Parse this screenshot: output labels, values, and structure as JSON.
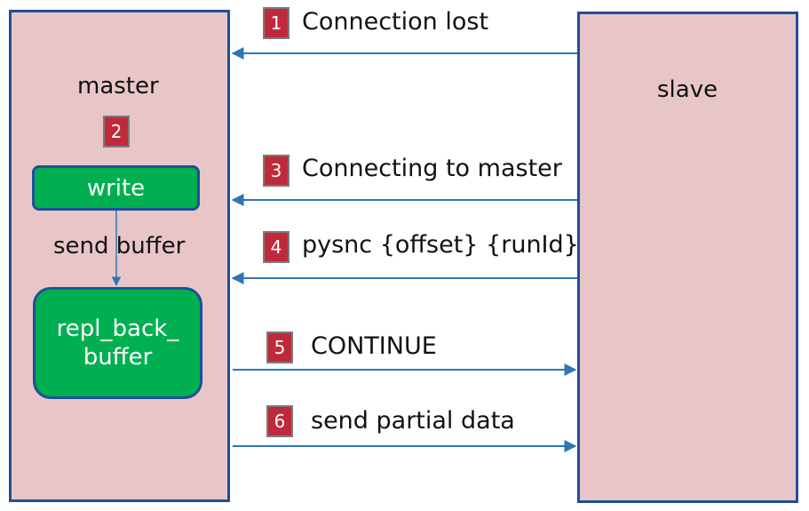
{
  "master": {
    "label": "master",
    "step_badge": "2",
    "write_label": "write",
    "send_buffer_label": "send buffer",
    "buffer_line1": "repl_back_",
    "buffer_line2": "buffer"
  },
  "slave": {
    "label": "slave"
  },
  "messages": [
    {
      "num": "1",
      "text": "Connection lost",
      "direction": "slave-to-master"
    },
    {
      "num": "3",
      "text": "Connecting to master",
      "direction": "slave-to-master"
    },
    {
      "num": "4",
      "text": "pysnc {offset} {runId}",
      "direction": "slave-to-master"
    },
    {
      "num": "5",
      "text": "CONTINUE",
      "direction": "master-to-slave"
    },
    {
      "num": "6",
      "text": "send partial data",
      "direction": "master-to-slave"
    }
  ],
  "colors": {
    "panel_fill": "#e8c6c8",
    "panel_border": "#1f4f9a",
    "box_fill": "#00b050",
    "badge_fill": "#c0293b",
    "arrow": "#2e75b6"
  }
}
